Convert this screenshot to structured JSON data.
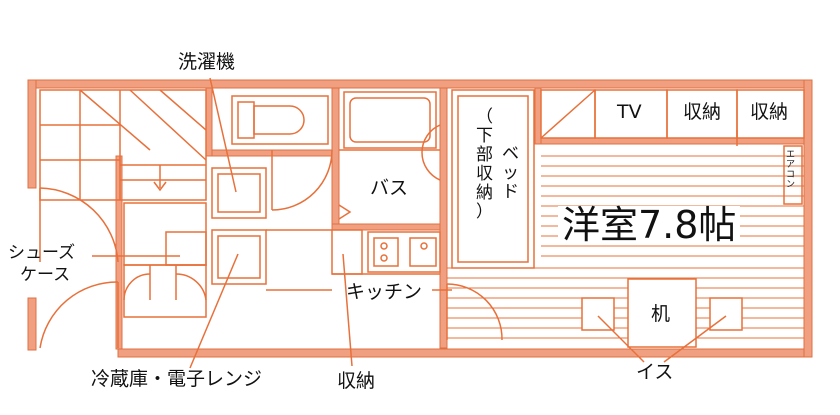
{
  "colors": {
    "wall": "#f0a080",
    "wall_stroke": "#e07040",
    "line": "#e8703a",
    "fixture_fill": "#ffffff",
    "text": "#111111"
  },
  "labels": {
    "washing_machine": "洗濯機",
    "tv": "TV",
    "storage_1": "収納",
    "storage_2": "収納",
    "aircon": [
      "エ",
      "ア",
      "コ",
      "ン"
    ],
    "bath": "バス",
    "bed": [
      "ベ",
      "ッ",
      "ド"
    ],
    "bed_note": [
      "（",
      "下",
      "部",
      "収",
      "納",
      "）"
    ],
    "room": "洋室7.8帖",
    "shoes_case_1": "シューズ",
    "shoes_case_2": "ケース",
    "kitchen": "キッチン",
    "desk": "机",
    "fridge_microwave": "冷蔵庫・電子レンジ",
    "storage_bottom": "収納",
    "chairs": "イス"
  }
}
